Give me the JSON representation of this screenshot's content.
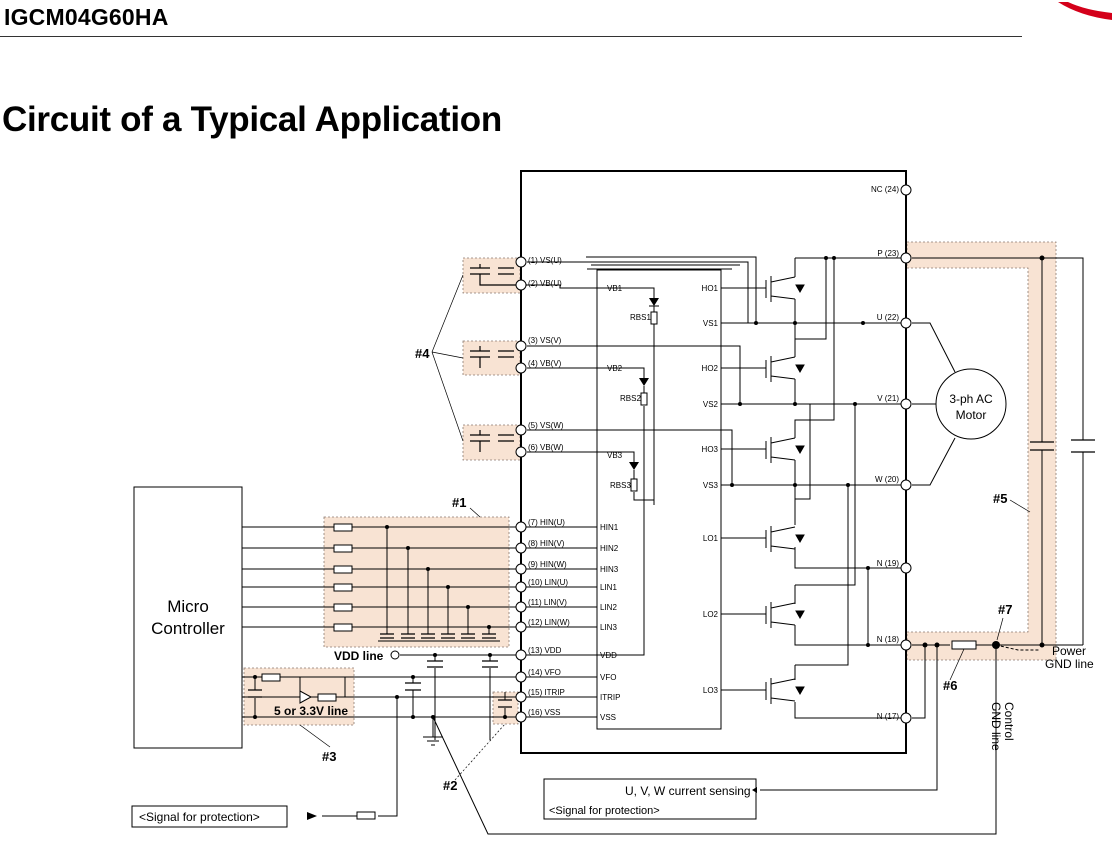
{
  "header": {
    "part_number": "IGCM04G60HA",
    "section_title": "Circuit of a Typical Application"
  },
  "module": {
    "left_pins": [
      "(1) VS(U)",
      "(2) VB(U)",
      "(3) VS(V)",
      "(4) VB(V)",
      "(5) VS(W)",
      "(6) VB(W)",
      "(7) HIN(U)",
      "(8) HIN(V)",
      "(9) HIN(W)",
      "(10) LIN(U)",
      "(11) LIN(V)",
      "(12) LIN(W)",
      "(13) VDD",
      "(14) VFO",
      "(15) ITRIP",
      "(16) VSS"
    ],
    "right_pins": [
      "NC (24)",
      "P (23)",
      "U (22)",
      "V (21)",
      "W (20)",
      "N (19)",
      "N (18)",
      "N (17)"
    ],
    "ic_left_signals": [
      "VB1",
      "VB2",
      "VB3",
      "HIN1",
      "HIN2",
      "HIN3",
      "LIN1",
      "LIN2",
      "LIN3",
      "VDD",
      "VFO",
      "ITRIP",
      "VSS"
    ],
    "ic_right_signals": [
      "HO1",
      "VS1",
      "HO2",
      "VS2",
      "HO3",
      "VS3",
      "LO1",
      "LO2",
      "LO3"
    ],
    "bootstrap_resistors": [
      "RBS1",
      "RBS2",
      "RBS3"
    ]
  },
  "blocks": {
    "micro_controller": [
      "Micro",
      "Controller"
    ],
    "motor": [
      "3-ph AC",
      "Motor"
    ]
  },
  "labels": {
    "vdd_line": "VDD line",
    "logic_supply": "5 or 3.3V line",
    "power_gnd": [
      "Power",
      "GND line"
    ],
    "control_gnd": [
      "Control",
      "GND line"
    ],
    "current_sensing": "U, V, W current sensing",
    "signal_protection": "<Signal for protection>"
  },
  "callouts": [
    "#1",
    "#2",
    "#3",
    "#4",
    "#5",
    "#6",
    "#7"
  ]
}
